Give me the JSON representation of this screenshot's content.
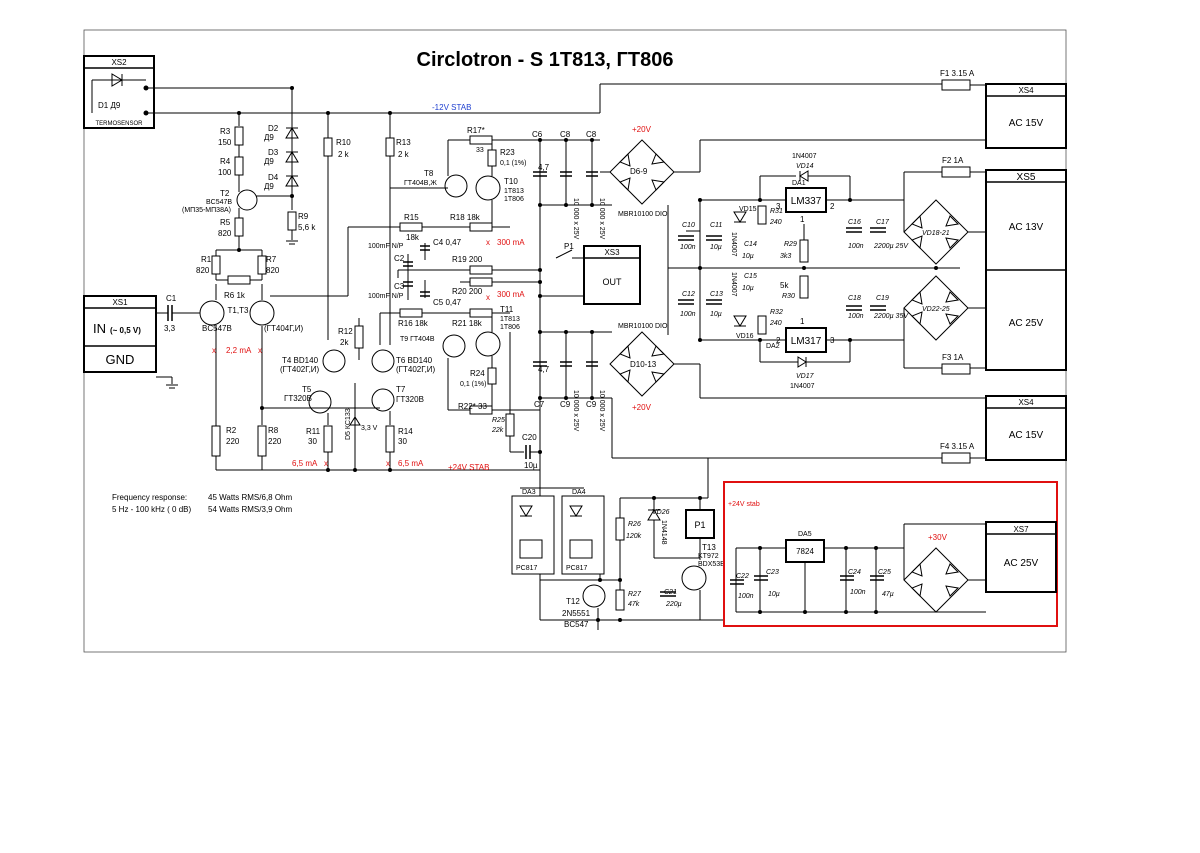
{
  "title": "Circlotron - S   1T813, ГТ806",
  "connectors": {
    "xs1": {
      "name": "XS1",
      "in": "IN",
      "in_level": "(~ 0,5 V)",
      "gnd": "GND"
    },
    "xs2": {
      "name": "XS2",
      "diode": "D1  Д9",
      "caption": "TERMOSENSOR"
    },
    "xs3": {
      "name": "XS3",
      "out": "OUT"
    },
    "xs4a": {
      "name": "XS4",
      "ac": "AC 15V"
    },
    "xs5": {
      "name": "XS5",
      "ac1": "AC 13V",
      "ac2": "AC 25V"
    },
    "xs4b": {
      "name": "XS4",
      "ac": "AC 15V"
    },
    "xs7": {
      "name": "XS7",
      "ac": "AC 25V"
    }
  },
  "fuses": {
    "f1": "F1  3.15 A",
    "f2": "F2    1A",
    "f3": "F3    1A",
    "f4": "F4  3.15 A"
  },
  "rails": {
    "neg12": "-12V  STAB",
    "pos24": "+24V  STAB",
    "pos20a": "+20V",
    "pos20b": "+20V",
    "pos24_stab": "+24V stab",
    "pos30": "+30V"
  },
  "currents": {
    "c1": "2,2 mA",
    "c2": "6,5 mA",
    "c3": "6,5 mA",
    "c4": "300 mA",
    "c5": "300 mA"
  },
  "components": {
    "R3": "R3",
    "R3v": "150",
    "R4": "R4",
    "R4v": "100",
    "R5": "R5",
    "R5v": "820",
    "R1": "R1",
    "R1v": "820",
    "R6": "R6   1k",
    "R7": "R7",
    "R7v": "820",
    "R9": "R9",
    "R9v": "5,6 k",
    "R10": "R10",
    "R10v": "2 k",
    "R13": "R13",
    "R13v": "2 k",
    "D2": "D2",
    "D2v": "Д9",
    "D3": "D3",
    "D3v": "Д9",
    "D4": "D4",
    "D4v": "Д9",
    "T2": "T2",
    "T2v": "BC547B",
    "T2v2": "(МП35-МП38А)",
    "T1": "T1,T3",
    "T1v": "BC547B",
    "T1v2": "(ГТ404Г,И)",
    "C1": "C1",
    "C1v": "3,3",
    "R2": "R2",
    "R2v": "220",
    "R8": "R8",
    "R8v": "220",
    "R12": "R12",
    "R12v": "2k",
    "T4": "T4  BD140",
    "T4v": "(ГТ402Г,И)",
    "T6": "T6  BD140",
    "T6v": "(ГТ402Г,И)",
    "T5": "T5",
    "T5v": "ГТ320В",
    "T7": "T7",
    "T7v": "ГТ320В",
    "D5": "D5  КС133",
    "D5v": "3,3 V",
    "R11": "R11",
    "R11v": "30",
    "R14": "R14",
    "R14v": "30",
    "R15": "R15",
    "R15v": "18k",
    "R16": "R16   18k",
    "C4": "C4   0,47",
    "C5": "C5   0,47",
    "C2": "C2",
    "C3": "C3",
    "C2v": "100mF N/P",
    "C3v": "100mF N/P",
    "R17": "R17*",
    "R17v": "33",
    "R18": "R18   18k",
    "R19": "R19   200",
    "R20": "R20   200",
    "R21": "R21   18k",
    "R22": "R22*   33",
    "R23": "R23",
    "R23v": "0,1 (1%)",
    "R24": "R24",
    "R24v": "0,1 (1%)",
    "T8": "T8",
    "T8v": "ГТ404В,Ж",
    "T10": "T10",
    "T10v": "1T813",
    "T10v2": "1T806",
    "T9": "T9 ГТ404В",
    "T11": "T11",
    "T11v": "1T813",
    "T11v2": "1T806",
    "R25": "R25",
    "R25v": "22k",
    "C20": "C20",
    "C20v": "10µ",
    "C6": "C6",
    "C6v": "4,7",
    "C7": "C7",
    "C7v": "4,7",
    "C8a": "C8",
    "C8b": "C8",
    "C9a": "C9",
    "C9b": "C9",
    "C8v": "10 000 x 25V",
    "C9v": "10 000 x 25V",
    "P1": "P1",
    "D69": "D6-9",
    "D1013": "D10-13",
    "mbr1": "MBR10100 DIO",
    "mbr2": "MBR10100 DIO",
    "DA1": "DA1",
    "DA1v": "LM337",
    "DA2": "DA2",
    "DA2v": "LM317",
    "p3": "3",
    "p2": "2",
    "p1": "1",
    "p1b": "1",
    "p2b": "2",
    "p3b": "3",
    "VD14": "VD14",
    "VD14v": "1N4007",
    "VD15": "VD15",
    "VD16": "VD16",
    "VD17": "VD17",
    "VD17v": "1N4007",
    "n4007a": "1N4007",
    "n4007b": "1N4007",
    "R31": "R31",
    "R31v": "240",
    "R32": "R32",
    "R32v": "240",
    "R29": "R29",
    "R29v": "3k3",
    "R30": "R30",
    "R30v": "5k",
    "C10": "C10",
    "C10v": "100n",
    "C11": "C11",
    "C11v": "10µ",
    "C12": "C12",
    "C12v": "100n",
    "C13": "C13",
    "C13v": "10µ",
    "C14": "C14",
    "C14v": "10µ",
    "C15": "C15",
    "C15v": "10µ",
    "C16": "C16",
    "C16v": "100n",
    "C17": "C17",
    "C17v": "2200µ 25V",
    "C18": "C18",
    "C18v": "100n",
    "C19": "C19",
    "C19v": "2200µ 35V",
    "VD1821": "VD18-21",
    "VD2225": "VD22-25",
    "DA3": "DA3",
    "DA4": "DA4",
    "PC817a": "PC817",
    "PC817b": "PC817",
    "T12": "T12",
    "T12v": "2N5551",
    "T12v2": "BC547",
    "R26": "R26",
    "R26v": "120k",
    "R27": "R27",
    "R27v": "47k",
    "VD26": "VD26",
    "VD26v": "1N4148",
    "C21": "C21",
    "C21v": "220µ",
    "T13": "T13",
    "T13v": "KT972",
    "T13v2": "BDX53B",
    "DA5": "DA5",
    "DA5v": "7824",
    "C22": "C22",
    "C22v": "100n",
    "C23": "C23",
    "C23v": "10µ",
    "C24": "C24",
    "C24v": "100n",
    "C25": "C25",
    "C25v": "47µ"
  },
  "notes": {
    "freq_title": "Frequency response:",
    "freq_range": "5 Hz - 100 kHz ( 0 dB)",
    "power1": "45 Watts RMS/6,8 Ohm",
    "power2": "54 Watts RMS/3,9 Ohm"
  },
  "colors": {
    "accent": "#e01010",
    "rail_blue": "#2040d0",
    "ink": "#000000"
  }
}
